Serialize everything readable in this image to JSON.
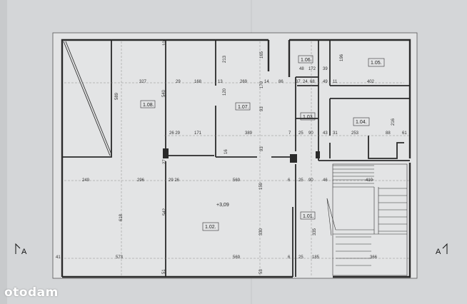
{
  "watermark": "otodam",
  "rooms": [
    {
      "id": "r108",
      "label": "1.08."
    },
    {
      "id": "r107",
      "label": "1.07."
    },
    {
      "id": "r106",
      "label": "1.06."
    },
    {
      "id": "r105",
      "label": "1.05."
    },
    {
      "id": "r104",
      "label": "1.04."
    },
    {
      "id": "r103",
      "label": "1.03."
    },
    {
      "id": "r102",
      "label": "1.02."
    },
    {
      "id": "r101",
      "label": "1.01."
    }
  ],
  "level_mark": "+3,09",
  "section_marks": {
    "left": "A",
    "right": "A"
  },
  "dimensions": [
    {
      "id": "d327",
      "text": "327"
    },
    {
      "id": "d29",
      "text": "29"
    },
    {
      "id": "d168",
      "text": "168"
    },
    {
      "id": "d13a",
      "text": "13"
    },
    {
      "id": "d269",
      "text": "269"
    },
    {
      "id": "d14",
      "text": "14"
    },
    {
      "id": "d86",
      "text": "86"
    },
    {
      "id": "d37",
      "text": "37"
    },
    {
      "id": "d24",
      "text": "24"
    },
    {
      "id": "d68",
      "text": "68"
    },
    {
      "id": "d49",
      "text": "49"
    },
    {
      "id": "d11",
      "text": "11"
    },
    {
      "id": "d402",
      "text": "402"
    },
    {
      "id": "d48",
      "text": "48"
    },
    {
      "id": "d172",
      "text": "172"
    },
    {
      "id": "d39",
      "text": "39"
    },
    {
      "id": "d589",
      "text": "589"
    },
    {
      "id": "d540",
      "text": "540"
    },
    {
      "id": "d120",
      "text": "120"
    },
    {
      "id": "d213",
      "text": "213"
    },
    {
      "id": "d165",
      "text": "165"
    },
    {
      "id": "d170",
      "text": "170"
    },
    {
      "id": "d93a",
      "text": "93"
    },
    {
      "id": "d196",
      "text": "196"
    },
    {
      "id": "d10",
      "text": "10"
    },
    {
      "id": "d2629",
      "text": "26 29"
    },
    {
      "id": "d171",
      "text": "171"
    },
    {
      "id": "d389",
      "text": "389"
    },
    {
      "id": "d7",
      "text": "7"
    },
    {
      "id": "d25a",
      "text": "25"
    },
    {
      "id": "d90a",
      "text": "90"
    },
    {
      "id": "d43",
      "text": "43"
    },
    {
      "id": "d31",
      "text": "31"
    },
    {
      "id": "d253",
      "text": "253"
    },
    {
      "id": "d88",
      "text": "88"
    },
    {
      "id": "d61",
      "text": "61"
    },
    {
      "id": "d216",
      "text": "216"
    },
    {
      "id": "d249",
      "text": "249"
    },
    {
      "id": "d296",
      "text": "296"
    },
    {
      "id": "d2926",
      "text": "29 26"
    },
    {
      "id": "d569a",
      "text": "569"
    },
    {
      "id": "d6a",
      "text": "6"
    },
    {
      "id": "d25b",
      "text": "25"
    },
    {
      "id": "d90b",
      "text": "90"
    },
    {
      "id": "d46",
      "text": "46"
    },
    {
      "id": "d410",
      "text": "410"
    },
    {
      "id": "d618",
      "text": "618"
    },
    {
      "id": "d542",
      "text": "542"
    },
    {
      "id": "d159",
      "text": "159"
    },
    {
      "id": "d330",
      "text": "330"
    },
    {
      "id": "d335",
      "text": "335"
    },
    {
      "id": "d41",
      "text": "41"
    },
    {
      "id": "d573",
      "text": "573"
    },
    {
      "id": "d569b",
      "text": "569"
    },
    {
      "id": "d6b",
      "text": "6"
    },
    {
      "id": "d25c",
      "text": "25"
    },
    {
      "id": "d185",
      "text": "185"
    },
    {
      "id": "d366",
      "text": "366"
    },
    {
      "id": "d51",
      "text": "51"
    },
    {
      "id": "d53",
      "text": "53"
    },
    {
      "id": "d16",
      "text": "16"
    },
    {
      "id": "d93b",
      "text": "93"
    },
    {
      "id": "d27",
      "text": "27"
    }
  ]
}
